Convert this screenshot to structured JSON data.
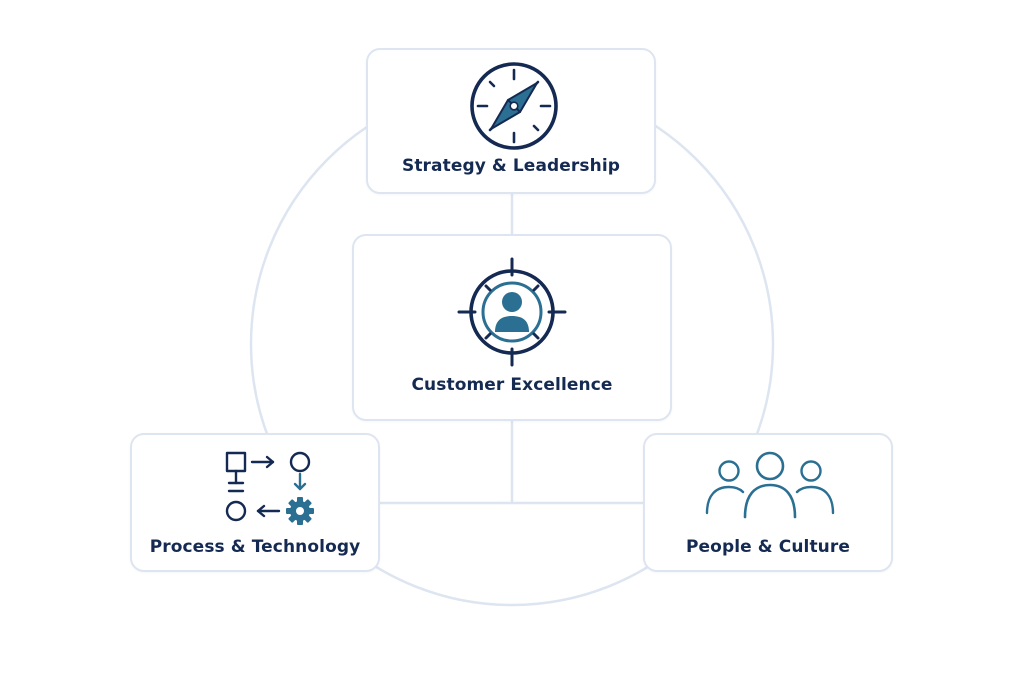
{
  "diagram": {
    "colors": {
      "navy": "#152a52",
      "accent": "#2b6f93",
      "ring": "#dde5f1",
      "card_border": "#dde5f1"
    },
    "nodes": {
      "top": {
        "label": "Strategy & Leadership",
        "icon": "compass-icon"
      },
      "center": {
        "label": "Customer Excellence",
        "icon": "customer-target-icon"
      },
      "left": {
        "label": "Process & Technology",
        "icon": "process-flow-icon"
      },
      "right": {
        "label": "People & Culture",
        "icon": "people-group-icon"
      }
    }
  }
}
